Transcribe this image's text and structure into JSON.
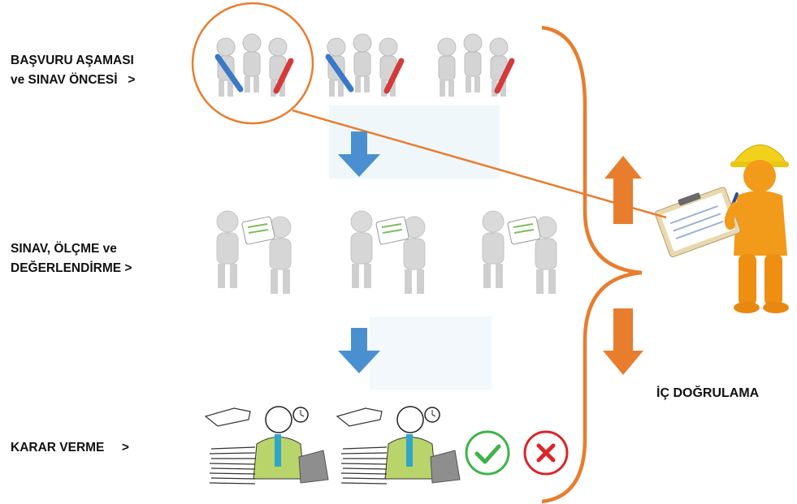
{
  "stages": [
    {
      "id": "application",
      "label": "BAŞVURU AŞAMASI\nve SINAV ÖNCESİ   >"
    },
    {
      "id": "exam",
      "label": "SINAV, ÖLÇME ve\nDEĞERLENDİRME >"
    },
    {
      "id": "decision",
      "label": "KARAR VERME     >"
    }
  ],
  "internal_verification_label": "İÇ DOĞRULAMA",
  "colors": {
    "orange": "#E87D2E",
    "blue_arrow": "#4A90D0",
    "approve_green": "#3DB44A",
    "reject_red": "#D9262B",
    "figure_gray": "#D4D4D4",
    "worker_orange": "#F29A1A",
    "helmet_yellow": "#F2D11C",
    "employee_green": "#B9D46A"
  },
  "icons": {
    "worker_groups": "three-workers-with-tools-icon",
    "pair_groups": "two-people-with-clipboard-icon",
    "decision_groups": "office-worker-with-papers-icon",
    "approve": "check-icon",
    "reject": "x-icon",
    "inspector": "inspector-with-clipboard-icon"
  }
}
